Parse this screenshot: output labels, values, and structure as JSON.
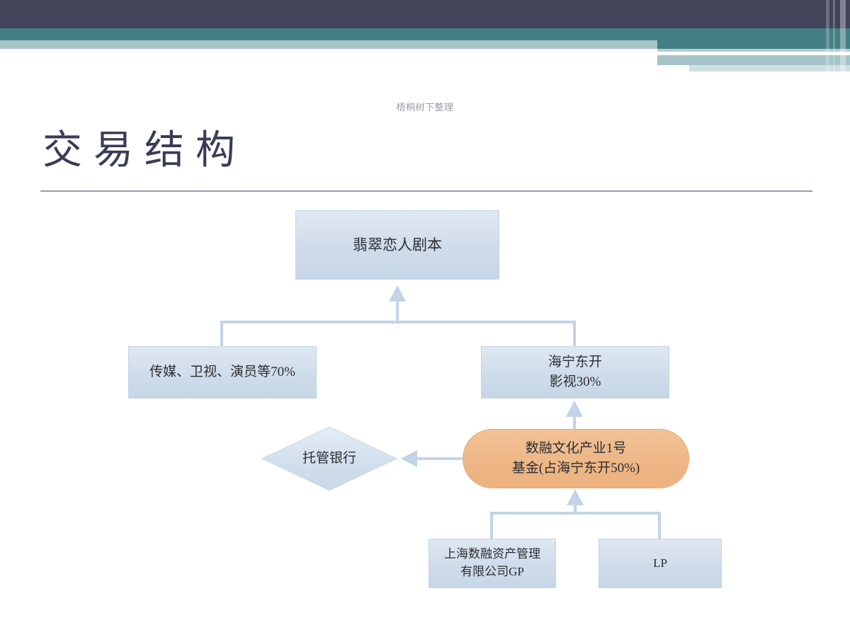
{
  "slide": {
    "watermark": "梧桐树下整理",
    "title": "交易结构"
  },
  "theme": {
    "band_navy": "#434459",
    "band_teal": "#437f85",
    "band_pale": "#a6c4c8",
    "title_color": "#3a3c56",
    "rule_color": "#9a9ab4",
    "node_fill_blue": "#cfdcea",
    "node_fill_orange": "#eeb888",
    "connector_color": "#c2d4e6"
  },
  "diagram": {
    "type": "flowchart",
    "nodes": [
      {
        "id": "script",
        "shape": "rect",
        "lines": [
          "翡翠恋人剧本"
        ]
      },
      {
        "id": "media",
        "shape": "rect",
        "lines": [
          "传媒、卫视、演员等70%"
        ]
      },
      {
        "id": "haining",
        "shape": "rect",
        "lines": [
          "海宁东开",
          "影视30%"
        ]
      },
      {
        "id": "fund",
        "shape": "pill",
        "lines": [
          "数融文化产业1号",
          "基金(占海宁东开50%)"
        ]
      },
      {
        "id": "bank",
        "shape": "diamond",
        "lines": [
          "托管银行"
        ]
      },
      {
        "id": "gp",
        "shape": "rect",
        "lines": [
          "上海数融资产管理",
          "有限公司GP"
        ]
      },
      {
        "id": "lp",
        "shape": "rect",
        "lines": [
          "LP"
        ]
      }
    ],
    "edges": [
      {
        "from": "media",
        "to": "script",
        "style": "elbow-up-arrow"
      },
      {
        "from": "haining",
        "to": "script",
        "style": "elbow-up-arrow"
      },
      {
        "from": "fund",
        "to": "haining",
        "style": "straight-up-arrow"
      },
      {
        "from": "fund",
        "to": "bank",
        "style": "straight-left-arrow"
      },
      {
        "from": "gp",
        "to": "fund",
        "style": "elbow-up-arrow"
      },
      {
        "from": "lp",
        "to": "fund",
        "style": "elbow-up-arrow"
      }
    ]
  }
}
